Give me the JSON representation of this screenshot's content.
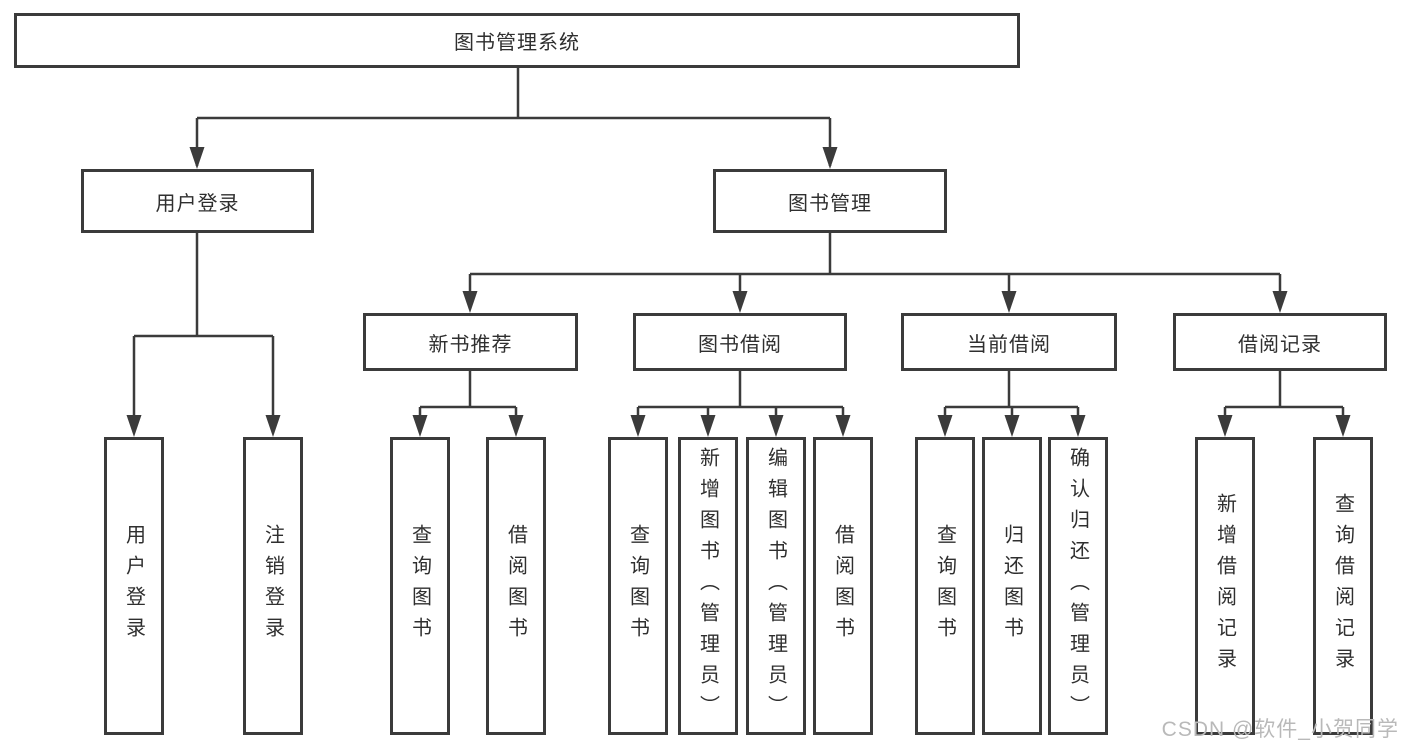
{
  "tree": {
    "root": {
      "label": "图书管理系统",
      "children": [
        {
          "label": "用户登录",
          "children": [
            {
              "label": "用户登录"
            },
            {
              "label": "注销登录"
            }
          ]
        },
        {
          "label": "图书管理",
          "children": [
            {
              "label": "新书推荐",
              "children": [
                {
                  "label": "查询图书"
                },
                {
                  "label": "借阅图书"
                }
              ]
            },
            {
              "label": "图书借阅",
              "children": [
                {
                  "label": "查询图书"
                },
                {
                  "label": "新增图书（管理员）"
                },
                {
                  "label": "编辑图书（管理员）"
                },
                {
                  "label": "借阅图书"
                }
              ]
            },
            {
              "label": "当前借阅",
              "children": [
                {
                  "label": "查询图书"
                },
                {
                  "label": "归还图书"
                },
                {
                  "label": "确认归还（管理员）"
                }
              ]
            },
            {
              "label": "借阅记录",
              "children": [
                {
                  "label": "新增借阅记录"
                },
                {
                  "label": "查询借阅记录"
                }
              ]
            }
          ]
        }
      ]
    }
  },
  "watermark": {
    "text": "CSDN @软件_小贺同学"
  },
  "colors": {
    "line": "#3b3b3b",
    "text": "#2f2f2f",
    "background": "#ffffff",
    "watermark": "#b9b9b9"
  }
}
